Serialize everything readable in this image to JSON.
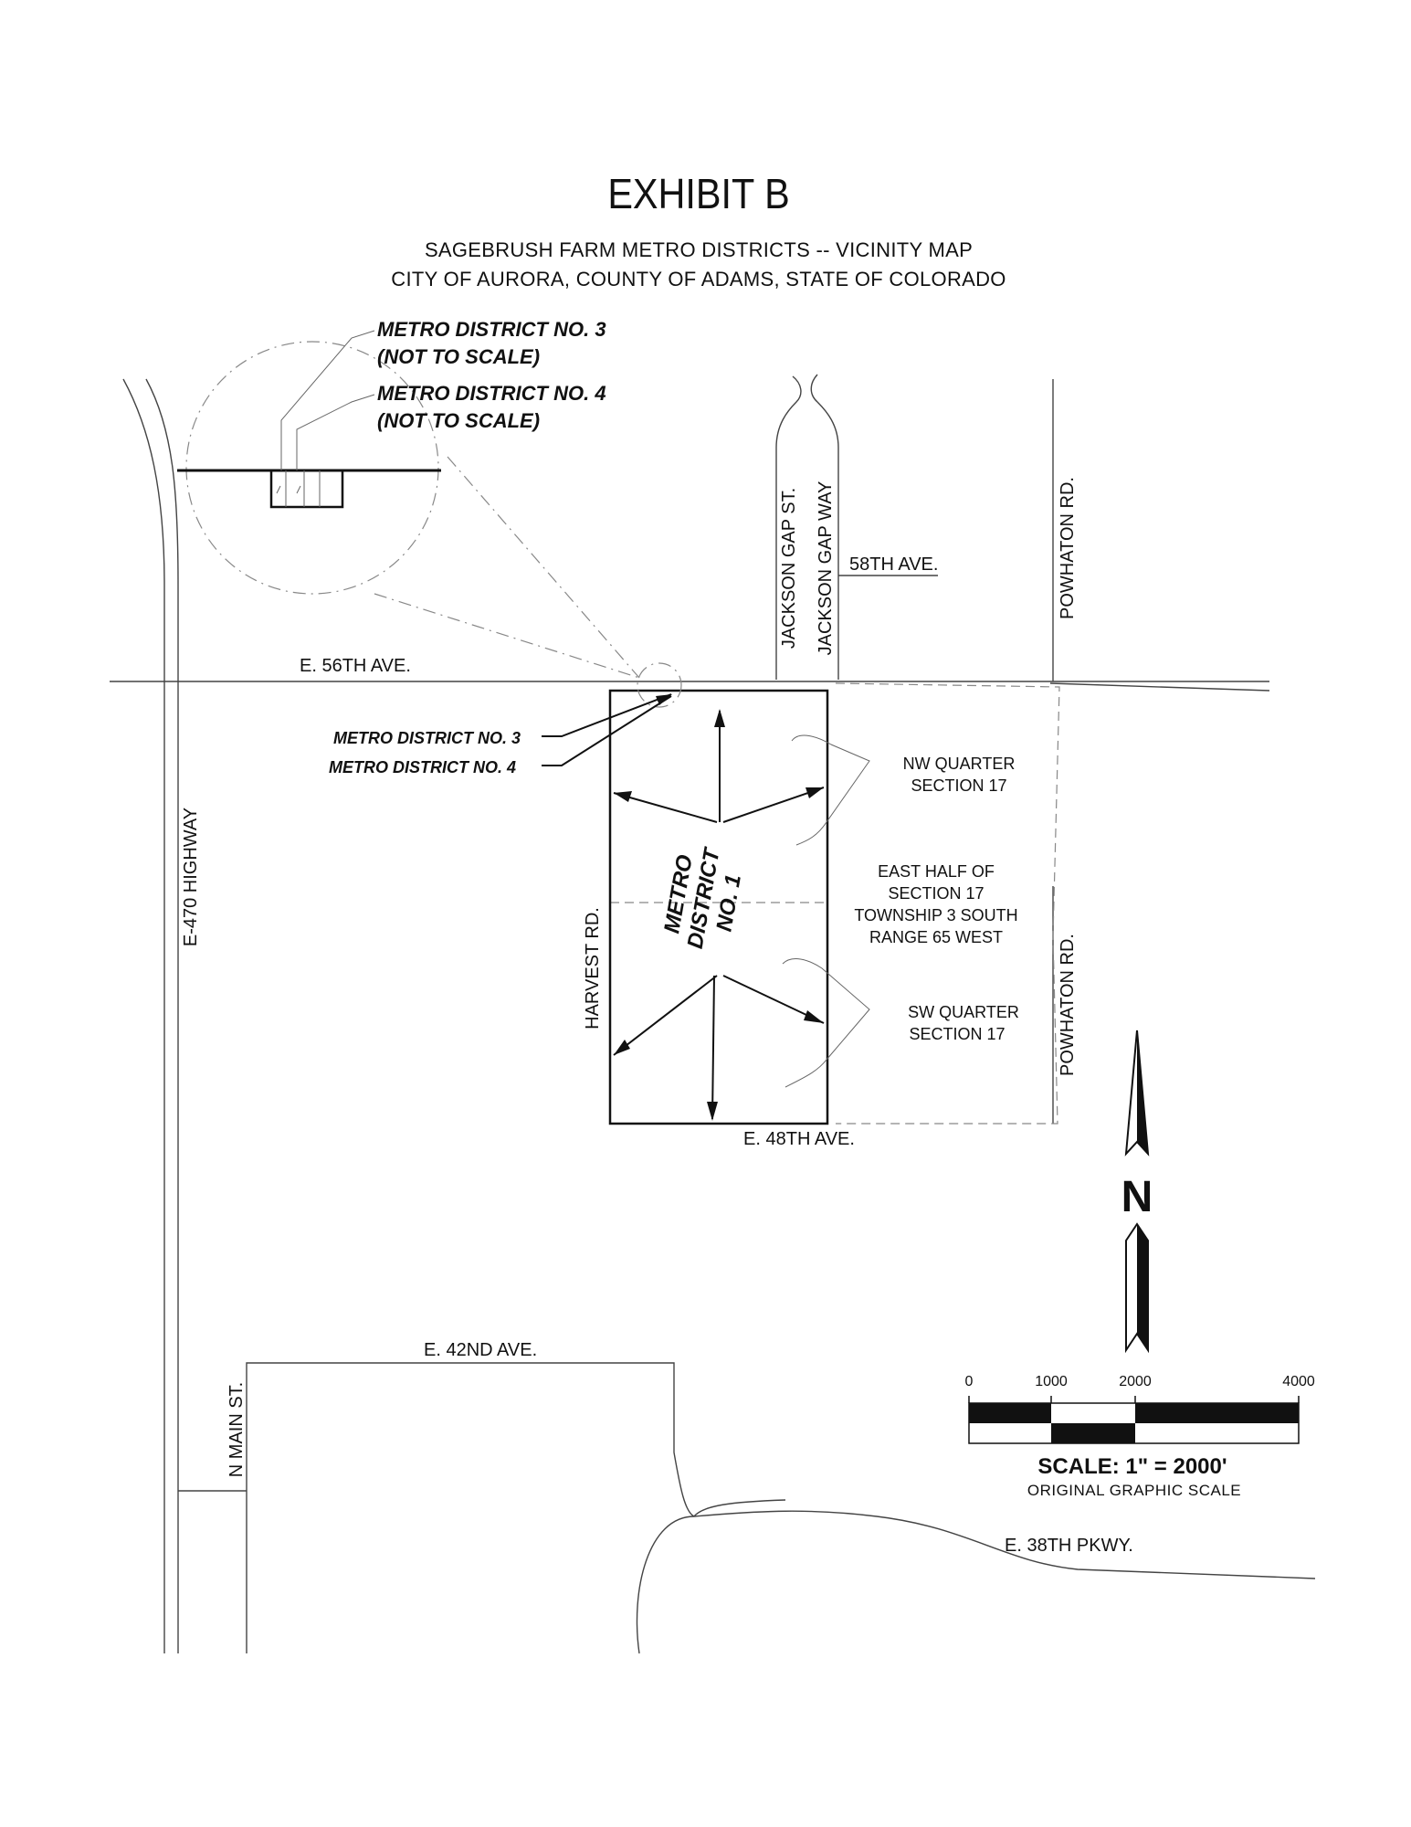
{
  "exhibit": {
    "title": "EXHIBIT B",
    "subtitle_line1": "SAGEBRUSH FARM METRO DISTRICTS -- VICINITY MAP",
    "subtitle_line2": "CITY OF AURORA, COUNTY OF ADAMS, STATE OF COLORADO"
  },
  "inset": {
    "district3_line1": "METRO DISTRICT NO. 3",
    "district3_line2": "(NOT TO SCALE)",
    "district4_line1": "METRO DISTRICT NO. 4",
    "district4_line2": "(NOT TO SCALE)"
  },
  "roads": {
    "e56": "E. 56TH AVE.",
    "e48": "E. 48TH AVE.",
    "e42": "E. 42ND AVE.",
    "e38": "E. 38TH PKWY.",
    "e470": "E-470 HIGHWAY",
    "harvest": "HARVEST RD.",
    "jackson_st": "JACKSON GAP ST.",
    "jackson_way": "JACKSON GAP WAY",
    "ave58": "58TH AVE.",
    "powhaton_north": "POWHATON RD.",
    "powhaton_south": "POWHATON RD.",
    "n_main": "N MAIN ST."
  },
  "callouts": {
    "district3": "METRO DISTRICT NO. 3",
    "district4": "METRO DISTRICT NO. 4",
    "district1_line1": "METRO",
    "district1_line2": "DISTRICT",
    "district1_line3": "NO. 1"
  },
  "section_notes": {
    "nw_line1": "NW QUARTER",
    "nw_line2": "SECTION 17",
    "east_line1": "EAST HALF OF",
    "east_line2": "SECTION 17",
    "east_line3": "TOWNSHIP 3 SOUTH",
    "east_line4": "RANGE 65 WEST",
    "sw_line1": "SW QUARTER",
    "sw_line2": "SECTION 17"
  },
  "north_arrow": {
    "label": "N"
  },
  "scale_bar": {
    "ticks": [
      "0",
      "1000",
      "2000",
      "4000"
    ],
    "scale_text": "SCALE: 1\" = 2000'",
    "scale_note": "ORIGINAL GRAPHIC SCALE"
  }
}
